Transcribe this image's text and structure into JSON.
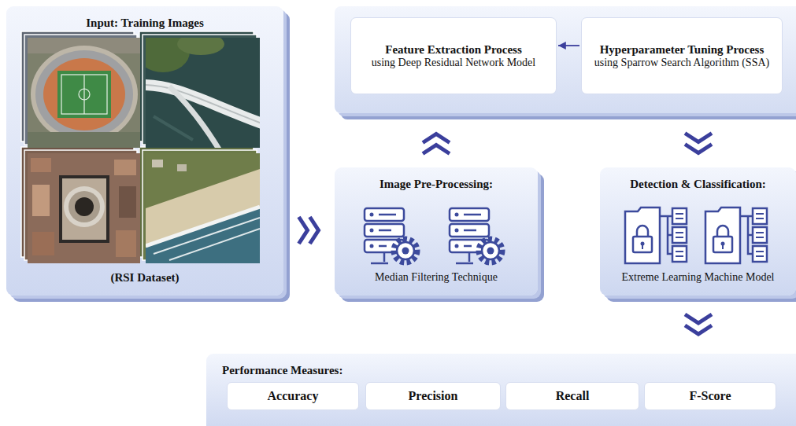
{
  "diagram": {
    "nodes": [
      {
        "text": [
          "Input: Training Images",
          "(RSI Dataset)"
        ]
      },
      {
        "text": [
          "Feature Extraction Process",
          "using Deep Residual Network Model"
        ]
      },
      {
        "text": [
          "Hyperparameter Tuning Process",
          "using Sparrow Search Algorithm (SSA)"
        ]
      },
      {
        "text": [
          "Image Pre-Processing:",
          "Median Filtering Technique"
        ]
      },
      {
        "text": [
          "Detection & Classification:",
          "Extreme Learning Machine Model"
        ]
      },
      {
        "text": [
          "Performance Measures:"
        ]
      },
      {
        "text": [
          "Accuracy"
        ],
        "in": 5
      },
      {
        "text": [
          "Precision"
        ],
        "in": 5
      },
      {
        "text": [
          "Recall"
        ],
        "in": 5
      },
      {
        "text": [
          "F-Score"
        ],
        "in": 5
      }
    ],
    "edges": [
      {
        "from": 0,
        "to": 3,
        "arrow": "to"
      },
      {
        "from": 3,
        "to": 1,
        "arrow": "to"
      },
      {
        "from": 2,
        "to": 1,
        "arrow": "to"
      },
      {
        "from": 2,
        "to": 4,
        "arrow": "to"
      },
      {
        "from": 4,
        "to": 5,
        "arrow": "to"
      }
    ]
  }
}
